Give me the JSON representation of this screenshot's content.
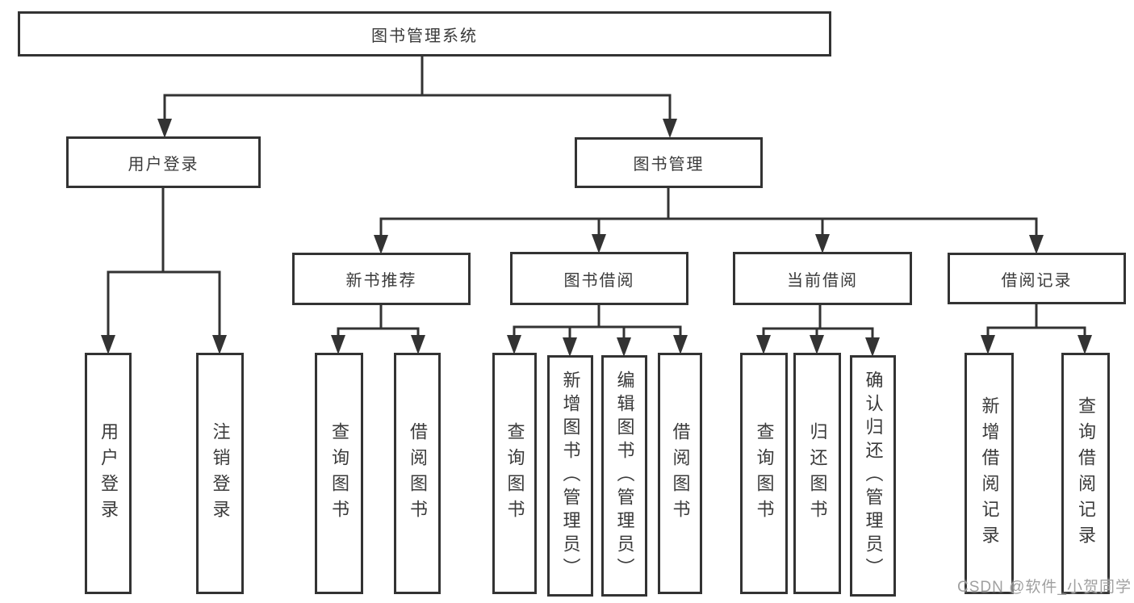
{
  "colors": {
    "line": "#333333",
    "text": "#3a3a3a",
    "background": "#ffffff",
    "watermark": "#a0a0a0"
  },
  "watermark": {
    "text": "CSDN @软件_小贺同学"
  },
  "tree": {
    "root": {
      "label": "图书管理系统"
    },
    "branches": [
      {
        "label": "用户登录",
        "children": [
          {
            "label": "用户登录"
          },
          {
            "label": "注销登录"
          }
        ]
      },
      {
        "label": "图书管理",
        "children": [
          {
            "label": "新书推荐",
            "children": [
              {
                "label": "查询图书"
              },
              {
                "label": "借阅图书"
              }
            ]
          },
          {
            "label": "图书借阅",
            "children": [
              {
                "label": "查询图书"
              },
              {
                "label": "新增图书（管理员）"
              },
              {
                "label": "编辑图书（管理员）"
              },
              {
                "label": "借阅图书"
              }
            ]
          },
          {
            "label": "当前借阅",
            "children": [
              {
                "label": "查询图书"
              },
              {
                "label": "归还图书"
              },
              {
                "label": "确认归还（管理员）"
              }
            ]
          },
          {
            "label": "借阅记录",
            "children": [
              {
                "label": "新增借阅记录"
              },
              {
                "label": "查询借阅记录"
              }
            ]
          }
        ]
      }
    ]
  }
}
